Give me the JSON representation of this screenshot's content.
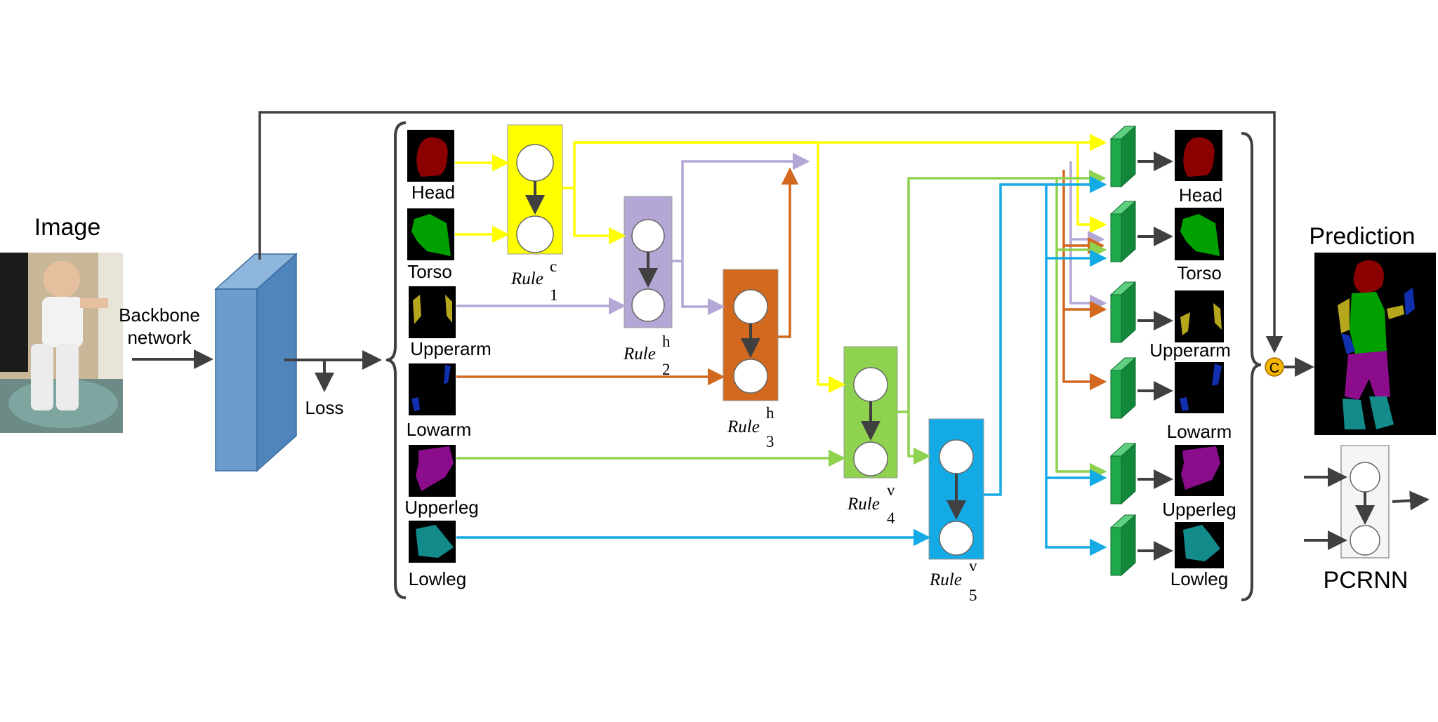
{
  "labels": {
    "image": "Image",
    "backbone_line1": "Backbone",
    "backbone_line2": "network",
    "loss": "Loss",
    "prediction": "Prediction",
    "pcrnn": "PCRNN",
    "concat": "C"
  },
  "parts_in": [
    "Head",
    "Torso",
    "Upperarm",
    "Lowarm",
    "Upperleg",
    "Lowleg"
  ],
  "parts_out": [
    "Head",
    "Torso",
    "Upperarm",
    "Lowarm",
    "Upperleg",
    "Lowleg"
  ],
  "rules": [
    {
      "name": "Rule",
      "sup": "c",
      "sub": "1",
      "color": "#ffff00"
    },
    {
      "name": "Rule",
      "sup": "h",
      "sub": "2",
      "color": "#b4a7d6"
    },
    {
      "name": "Rule",
      "sup": "h",
      "sub": "3",
      "color": "#d2691e"
    },
    {
      "name": "Rule",
      "sup": "v",
      "sub": "4",
      "color": "#8ed250"
    },
    {
      "name": "Rule",
      "sup": "v",
      "sub": "5",
      "color": "#14aae6"
    }
  ],
  "colors": {
    "backbone": "#6a9ccd",
    "classifier": "#1fa84a",
    "arrow": "#404040",
    "concat": "#f5b400",
    "head_mask": "#8b0000",
    "torso_mask": "#00a000",
    "upperarm_mask": "#b5a61c",
    "lowarm_mask": "#1030b0",
    "upperleg_mask": "#8b0d8b",
    "lowleg_mask": "#138b8b"
  }
}
